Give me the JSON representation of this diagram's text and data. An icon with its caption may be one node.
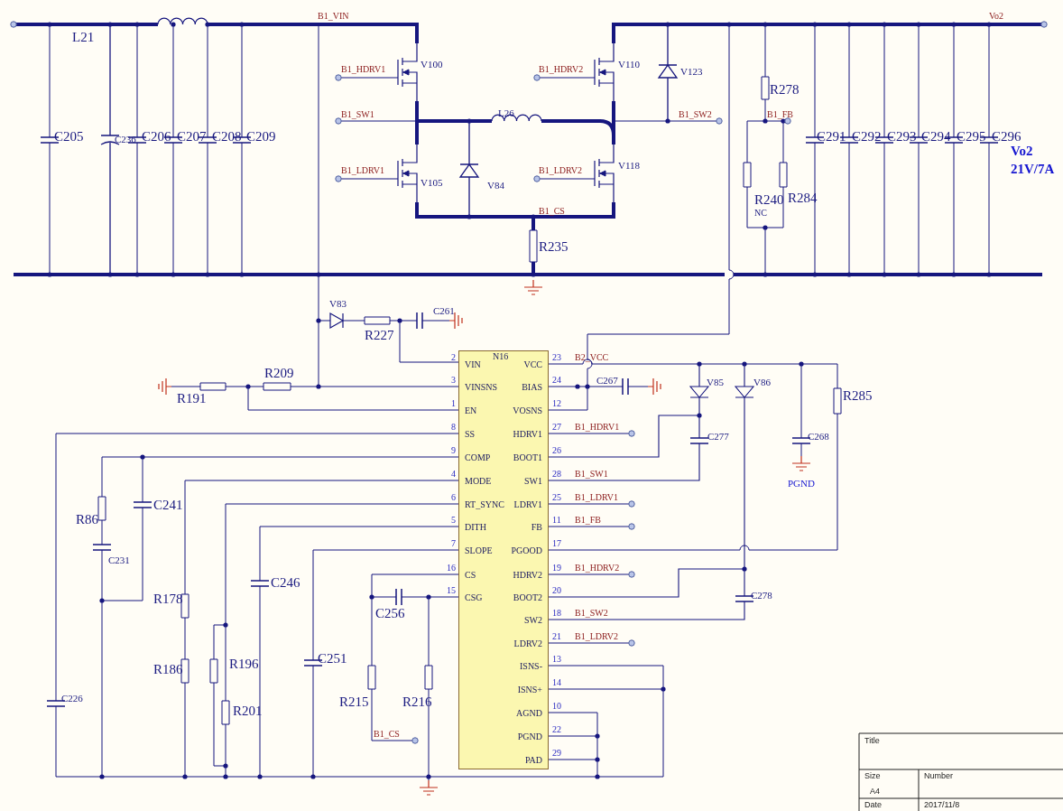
{
  "diagram": {
    "nodes": [
      {
        "text": [
          "N16",
          "VIN",
          "VINSNS",
          "EN",
          "SS",
          "COMP",
          "MODE",
          "RT_SYNC",
          "DITH",
          "SLOPE",
          "CS",
          "CSG",
          "VCC",
          "BIAS",
          "VOSNS",
          "HDRV1",
          "BOOT1",
          "SW1",
          "LDRV1",
          "FB",
          "PGOOD",
          "HDRV2",
          "BOOT2",
          "SW2",
          "LDRV2",
          "ISNS-",
          "ISNS+",
          "AGND",
          "PGND",
          "PAD"
        ]
      }
    ],
    "labels": [
      "L21",
      "B1_VIN",
      "C205",
      "C236",
      "C206",
      "C207",
      "C208",
      "C209",
      "B1_HDRV1",
      "V100",
      "B1_SW1",
      "L26",
      "B1_LDRV1",
      "V105",
      "V84",
      "B1_CS",
      "R235",
      "B1_HDRV2",
      "V110",
      "V123",
      "B1_SW2",
      "B1_LDRV2",
      "V118",
      "R278",
      "B1_FB",
      "R240",
      "NC",
      "R284",
      "C291",
      "C292",
      "C293",
      "C294",
      "C295",
      "C296",
      "Vo2",
      "Vo2",
      "21V/7A",
      "V83",
      "C261",
      "R227",
      "R209",
      "R191",
      "R86",
      "C241",
      "C231",
      "R178",
      "R186",
      "C246",
      "R196",
      "R201",
      "C251",
      "C256",
      "R215",
      "R216",
      "B1_CS",
      "C226",
      "2",
      "3",
      "1",
      "8",
      "9",
      "4",
      "6",
      "5",
      "7",
      "16",
      "15",
      "23",
      "B2_VCC",
      "24",
      "C267",
      "12",
      "27",
      "B1_HDRV1",
      "26",
      "28",
      "B1_SW1",
      "25",
      "B1_LDRV1",
      "11",
      "B1_FB",
      "17",
      "19",
      "B1_HDRV2",
      "20",
      "18",
      "B1_SW2",
      "21",
      "B1_LDRV2",
      "13",
      "14",
      "10",
      "22",
      "29",
      "V85",
      "V86",
      "C277",
      "R285",
      "C268",
      "PGND",
      "C278",
      "Title",
      "Size",
      "Number",
      "A4",
      "Date",
      "2017/11/8"
    ]
  }
}
